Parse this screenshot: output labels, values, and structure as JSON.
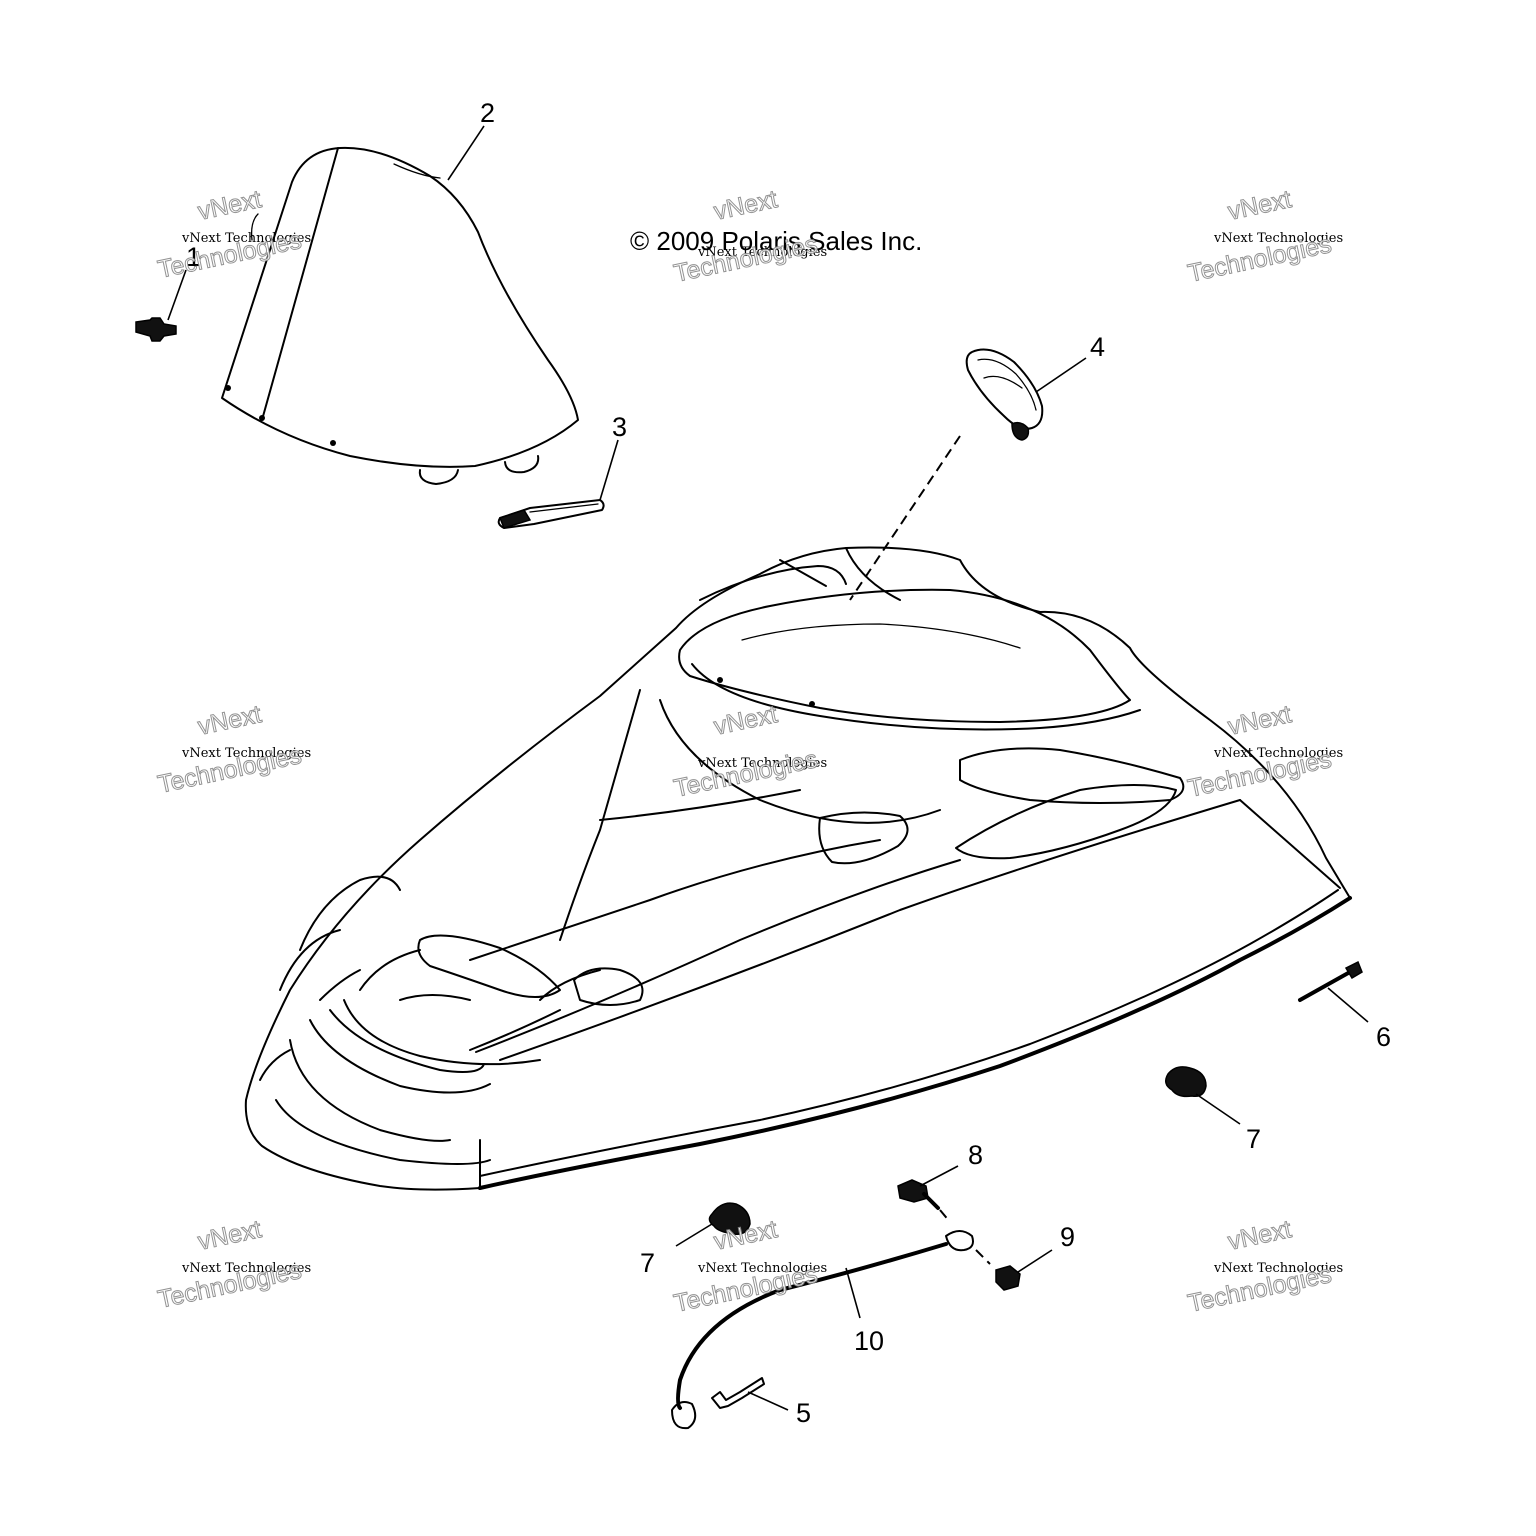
{
  "copyright": "© 2009 Polaris Sales Inc.",
  "callouts": {
    "c1": "1",
    "c2": "2",
    "c3": "3",
    "c4": "4",
    "c5": "5",
    "c6": "6",
    "c7a": "7",
    "c7b": "7",
    "c8": "8",
    "c9": "9",
    "c10": "10"
  },
  "watermark": {
    "line_small": "vNext Technologies",
    "line_big_1": "vNext",
    "line_big_2": "Technologies"
  }
}
